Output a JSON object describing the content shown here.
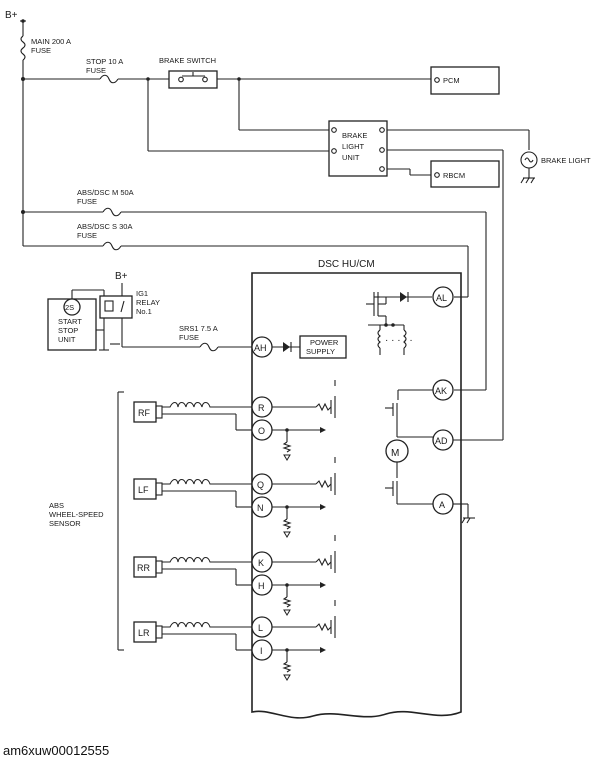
{
  "supply": {
    "label": "B+"
  },
  "fuses": {
    "main": [
      "MAIN 200 A",
      "FUSE"
    ],
    "stop": [
      "STOP 10 A",
      "FUSE"
    ],
    "abs_m": [
      "ABS/DSC M 50A",
      "FUSE"
    ],
    "abs_s": [
      "ABS/DSC S 30A",
      "FUSE"
    ],
    "srs1": [
      "SRS1 7.5 A",
      "FUSE"
    ]
  },
  "components": {
    "brake_switch": "BRAKE SWITCH",
    "pcm": "PCM",
    "brake_light_unit": [
      "BRAKE",
      "LIGHT",
      "UNIT"
    ],
    "rbcm": "RBCM",
    "brake_light": "BRAKE LIGHT",
    "dsc": "DSC HU/CM",
    "ig1_relay": [
      "IG1",
      "RELAY",
      "No.1"
    ],
    "relay_supply": "B+",
    "start_stop": {
      "badge": "2S",
      "lines": [
        "START",
        "STOP",
        "UNIT"
      ]
    },
    "power_supply": [
      "POWER",
      "SUPPLY"
    ],
    "motor": "M",
    "sensor_group": [
      "ABS",
      "WHEEL-SPEED",
      "SENSOR"
    ]
  },
  "pins": {
    "AL": "AL",
    "AH": "AH",
    "AK": "AK",
    "AD": "AD",
    "A": "A",
    "R": "R",
    "O": "O",
    "Q": "Q",
    "N": "N",
    "K": "K",
    "H": "H",
    "L": "L",
    "I": "I"
  },
  "sensors": {
    "rf": "RF",
    "lf": "LF",
    "rr": "RR",
    "lr": "LR"
  },
  "caption": "am6xuw00012555"
}
